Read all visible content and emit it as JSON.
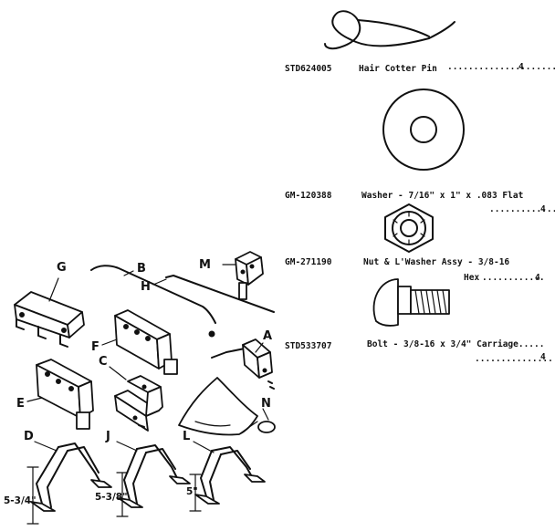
{
  "hardware_list": [
    {
      "number": "STD624005",
      "description": "Hair Cotter Pin",
      "leader": "......................",
      "quantity": "4"
    },
    {
      "number": "GM-120388",
      "description": "Washer - 7/16\" x 1\" x .083 Flat",
      "cont": "",
      "leader": "..............",
      "quantity": "4"
    },
    {
      "number": "GM-271190",
      "description": "Nut & L'Washer Assy - 3/8-16",
      "cont": "Hex",
      "leader": "............",
      "quantity": "4"
    },
    {
      "number": "STD533707",
      "description": "Bolt - 3/8-16 x 3/4\" Carriage.....",
      "cont": "",
      "leader": "...............",
      "quantity": "4"
    }
  ],
  "callouts": {
    "G": "G",
    "B": "B",
    "M": "M",
    "H": "H",
    "F": "F",
    "A": "A",
    "C": "C",
    "E": "E",
    "N": "N",
    "D": "D",
    "J": "J",
    "L": "L"
  },
  "dimensions": {
    "D": "5-3/4\"",
    "J": "5-3/8\"",
    "L": "5\""
  }
}
